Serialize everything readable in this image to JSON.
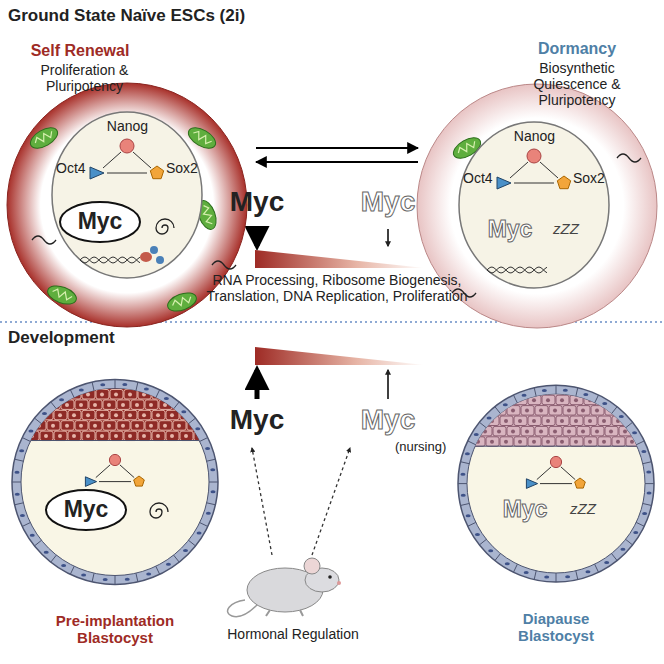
{
  "diagram": {
    "title": "Ground State Naïve ESCs (2i)",
    "nodes": [
      {
        "text": [
          "Self Renewal",
          "Proliferation & Pluripotency"
        ]
      },
      {
        "text": [
          "Nanog",
          "Oct4",
          "Sox2"
        ],
        "in": 0
      },
      {
        "text": [
          "Myc"
        ],
        "in": 1
      },
      {
        "text": [
          "Dormancy",
          "Biosynthetic Quiescence & Pluripotency"
        ]
      },
      {
        "text": [
          "Nanog",
          "Oct4",
          "Sox2",
          "Myc",
          "zZZ"
        ],
        "in": 3
      },
      {
        "text": [
          "Pre-implantation Blastocyst"
        ]
      },
      {
        "text": [
          "Myc"
        ],
        "in": 5
      },
      {
        "text": [
          "Myc",
          "zZZ",
          "Diapause Blastocyst"
        ]
      }
    ],
    "edges": [
      {
        "from": 0,
        "to": 3,
        "arrow": "to"
      },
      {
        "from": 3,
        "to": 0,
        "arrow": "to"
      }
    ],
    "labels": [
      "Myc",
      "Myc",
      "RNA Processing, Ribosome Biogenesis, Translation, DNA Replication, Proliferation",
      "Development",
      "Myc",
      "Myc",
      "(nursing)",
      "Hormonal Regulation"
    ]
  }
}
